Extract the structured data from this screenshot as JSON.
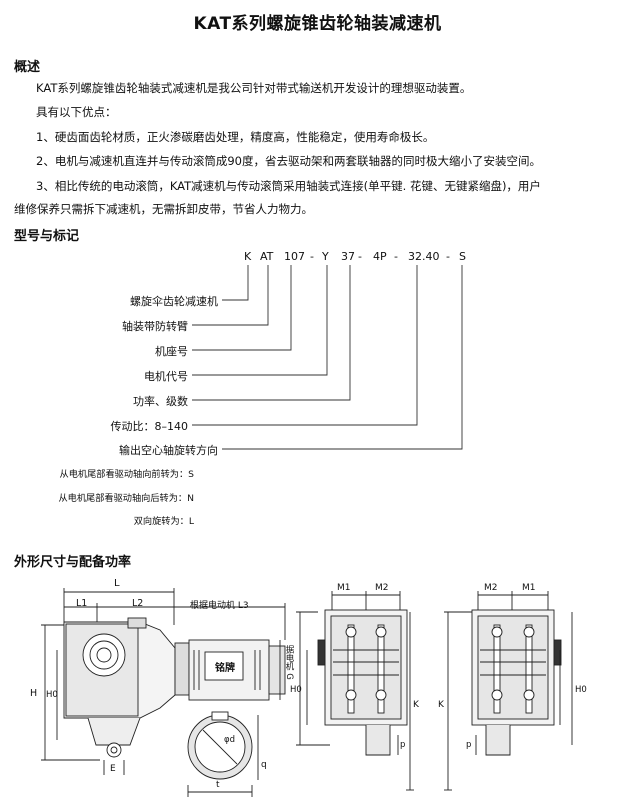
{
  "title": "KAT系列螺旋锥齿轮轴装减速机",
  "overview": {
    "heading": "概述",
    "intro": "KAT系列螺旋锥齿轮轴装式减速机是我公司针对带式输送机开发设计的理想驱动装置。",
    "advantages_heading": "具有以下优点：",
    "point1": "1、硬齿面齿轮材质，正火渗碳磨齿处理，精度高，性能稳定，使用寿命极长。",
    "point2": "2、电机与减速机直连并与传动滚筒成90度，省去驱动架和两套联轴器的同时极大缩小了安装空间。",
    "point3_line1": "3、相比传统的电动滚筒，KAT减速机与传动滚筒采用轴装式连接(单平键. 花键、无键紧缩盘)，用户",
    "point3_line2": "维修保养只需拆下减速机，无需拆卸皮带，节省人力物力。"
  },
  "model": {
    "heading": "型号与标记",
    "code_parts": [
      "K",
      "AT",
      "107",
      "-",
      "Y",
      "37",
      "-",
      "4P",
      "-",
      "32.40",
      "-",
      "S"
    ],
    "labels": [
      "螺旋伞齿轮减速机",
      "轴装带防转臂",
      "机座号",
      "电机代号",
      "功率、级数",
      "传动比：8–140",
      "输出空心轴旋转方向"
    ],
    "direction_notes": [
      "从电机尾部看驱动轴向前转为：S",
      "从电机尾部看驱动轴向后转为：N",
      "双向旋转为：L"
    ]
  },
  "dimensions": {
    "heading": "外形尺寸与配备功率",
    "labels": {
      "L": "L",
      "L1": "L1",
      "L2": "L2",
      "L3": "根据电动机 L3",
      "H": "H",
      "H0": "H0",
      "G": "据电机 G",
      "nameplate": "铭牌",
      "E": "E",
      "t": "t",
      "q": "q",
      "d": "φd",
      "M1": "M1",
      "M2": "M2",
      "K": "K",
      "p": "p"
    }
  }
}
